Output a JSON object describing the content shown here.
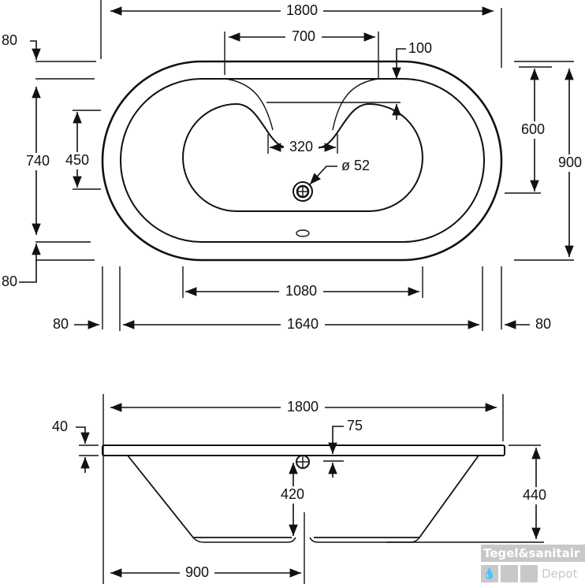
{
  "top_view": {
    "length_total": "1800",
    "headrest_width": "700",
    "headrest_depth": "100",
    "rim_top": "80",
    "inner_width": "740",
    "basin_width": "450",
    "rim_bottom": "80",
    "outer_inner_width": "600",
    "width_total": "900",
    "basin_length": "1080",
    "inner_length": "1640",
    "rim_left": "80",
    "rim_right": "80",
    "headrest_bottom": "320",
    "drain": "ø 52"
  },
  "side_view": {
    "length_total": "1800",
    "rim_thickness": "40",
    "drain_offset": "75",
    "inner_depth": "420",
    "total_height": "440",
    "drain_position": "900"
  },
  "watermark": {
    "brand": "Tegel&sanitair",
    "sub": "Depot",
    "color": "#c8c8c8"
  }
}
